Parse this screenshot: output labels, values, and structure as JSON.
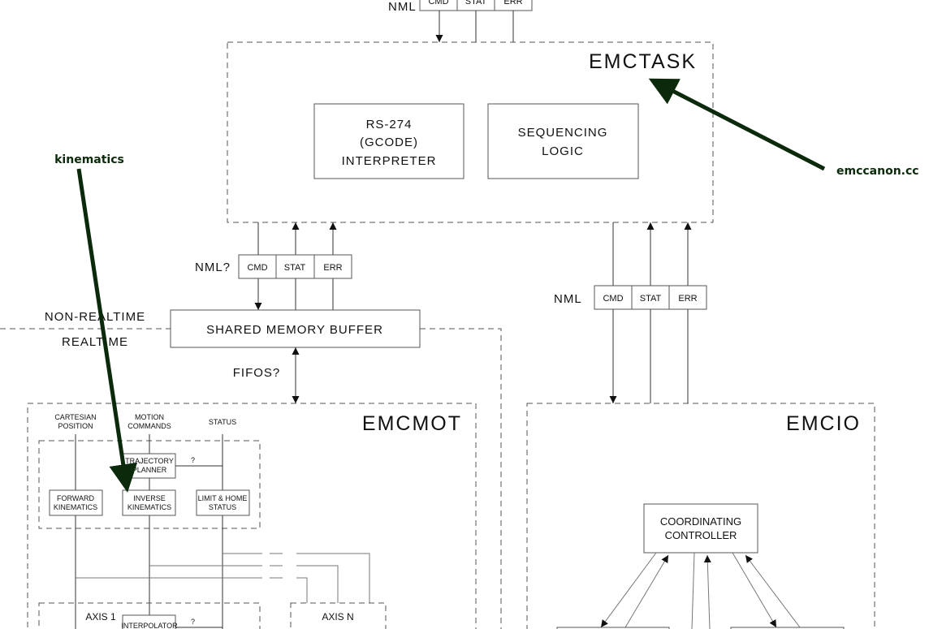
{
  "top_channel": {
    "label": "NML",
    "cmd": "CMD",
    "stat": "STAT",
    "err": "ERR"
  },
  "emctask": {
    "title": "EMCTASK",
    "interpreter": [
      "RS-274",
      "(GCODE)",
      "INTERPRETER"
    ],
    "sequencing": [
      "SEQUENCING",
      "LOGIC"
    ]
  },
  "task_mot_channel": {
    "label": "NML?",
    "cmd": "CMD",
    "stat": "STAT",
    "err": "ERR"
  },
  "task_io_channel": {
    "label": "NML",
    "cmd": "CMD",
    "stat": "STAT",
    "err": "ERR"
  },
  "boundary": {
    "upper": "NON-REALTIME",
    "lower": "REALTIME"
  },
  "shared_memory": "SHARED MEMORY BUFFER",
  "fifos": "FIFOS?",
  "emcmot": {
    "title": "EMCMOT",
    "inputs": {
      "cartesian": [
        "CARTESIAN",
        "POSITION"
      ],
      "motion": [
        "MOTION",
        "COMMANDS"
      ],
      "status": "STATUS"
    },
    "trajectory_planner": [
      "TRAJECTORY",
      "PLANNER"
    ],
    "forward_kinematics": [
      "FORWARD",
      "KINEMATICS"
    ],
    "inverse_kinematics": [
      "INVERSE",
      "KINEMATICS"
    ],
    "limit_home": [
      "LIMIT & HOME",
      "STATUS"
    ],
    "question": "?",
    "axis1": {
      "title": "AXIS 1",
      "interpolator": "INTERPOLATOR",
      "question": "?"
    },
    "axisN": {
      "title": "AXIS N"
    }
  },
  "emcio": {
    "title": "EMCIO",
    "controller": [
      "COORDINATING",
      "CONTROLLER"
    ]
  },
  "annotations": {
    "kinematics": "kinematics",
    "emccanon": "emccanon.cc",
    "color": "#0b2a0b"
  }
}
